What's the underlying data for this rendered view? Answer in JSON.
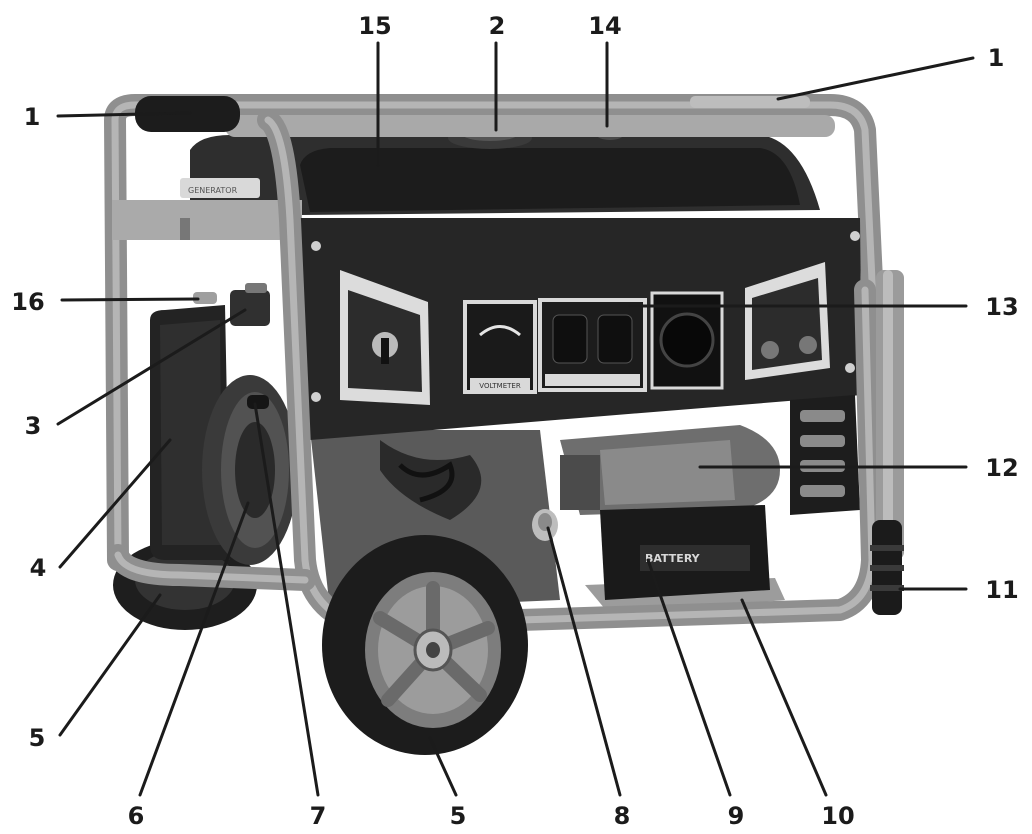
{
  "callouts": [
    {
      "label": "1",
      "part": "frame-handle-left"
    },
    {
      "label": "1",
      "part": "frame-handle-right"
    },
    {
      "label": "2",
      "part": "fuel-cap"
    },
    {
      "label": "3",
      "part": "choke-lever"
    },
    {
      "label": "4",
      "part": "air-filter"
    },
    {
      "label": "5",
      "part": "rear-wheel"
    },
    {
      "label": "5",
      "part": "front-wheel"
    },
    {
      "label": "6",
      "part": "recoil-starter"
    },
    {
      "label": "7",
      "part": "starter-handle"
    },
    {
      "label": "8",
      "part": "oil-filler"
    },
    {
      "label": "9",
      "part": "battery"
    },
    {
      "label": "10",
      "part": "battery-tray"
    },
    {
      "label": "11",
      "part": "rubber-foot"
    },
    {
      "label": "12",
      "part": "alternator"
    },
    {
      "label": "13",
      "part": "control-panel"
    },
    {
      "label": "14",
      "part": "fuel-gauge"
    },
    {
      "label": "15",
      "part": "fuel-tank"
    },
    {
      "label": "16",
      "part": "fuel-valve"
    }
  ],
  "panel": {
    "voltmeter_label": "VOLTMETER",
    "battery_label": "BATTERY"
  },
  "colors": {
    "ink": "#1b1b1b",
    "frame": "#8f8f8f",
    "panel": "#262626"
  }
}
